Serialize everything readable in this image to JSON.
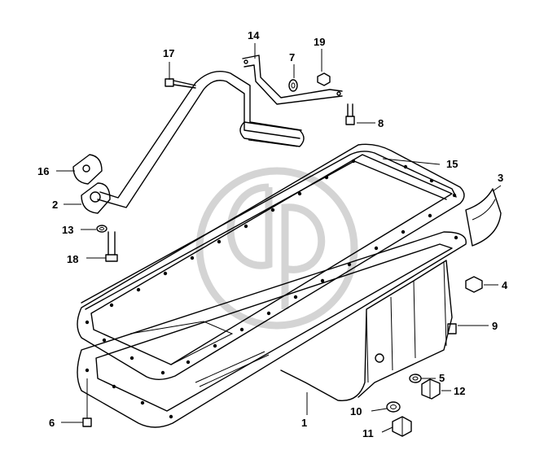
{
  "callouts": [
    {
      "key": "c1",
      "label": "1"
    },
    {
      "key": "c2",
      "label": "2"
    },
    {
      "key": "c3",
      "label": "3"
    },
    {
      "key": "c4",
      "label": "4"
    },
    {
      "key": "c5",
      "label": "5"
    },
    {
      "key": "c6",
      "label": "6"
    },
    {
      "key": "c7",
      "label": "7"
    },
    {
      "key": "c8",
      "label": "8"
    },
    {
      "key": "c9",
      "label": "9"
    },
    {
      "key": "c10",
      "label": "10"
    },
    {
      "key": "c11",
      "label": "11"
    },
    {
      "key": "c12",
      "label": "12"
    },
    {
      "key": "c13",
      "label": "13"
    },
    {
      "key": "c14",
      "label": "14"
    },
    {
      "key": "c15",
      "label": "15"
    },
    {
      "key": "c16",
      "label": "16"
    },
    {
      "key": "c17",
      "label": "17"
    },
    {
      "key": "c18",
      "label": "18"
    },
    {
      "key": "c19",
      "label": "19"
    }
  ],
  "colors": {
    "line": "#000000",
    "watermark": "#d4d4d4",
    "background": "#ffffff"
  }
}
